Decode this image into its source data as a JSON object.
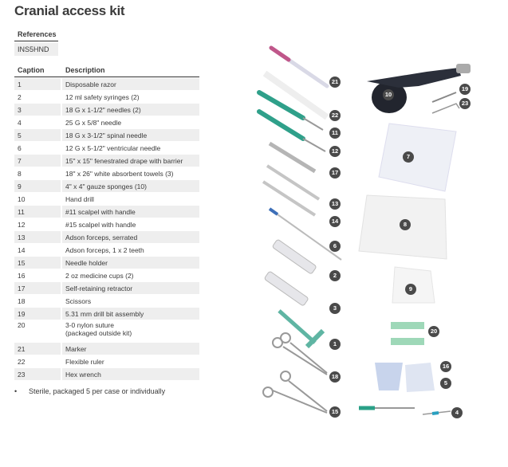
{
  "title": "Cranial access kit",
  "references": {
    "header": "References",
    "value": "INS5HND"
  },
  "table": {
    "headers": [
      "Caption",
      "Description"
    ],
    "rows": [
      {
        "caption": "1",
        "description": "Disposable razor"
      },
      {
        "caption": "2",
        "description": "12 ml safety syringes (2)"
      },
      {
        "caption": "3",
        "description": "18 G x 1-1/2\" needles (2)"
      },
      {
        "caption": "4",
        "description": "25 G x 5/8\" needle"
      },
      {
        "caption": "5",
        "description": "18 G x 3-1/2\" spinal needle"
      },
      {
        "caption": "6",
        "description": "12 G x 5-1/2\" ventricular needle"
      },
      {
        "caption": "7",
        "description": "15\" x 15\" fenestrated drape with barrier"
      },
      {
        "caption": "8",
        "description": "18\" x 26\" white absorbent towels (3)"
      },
      {
        "caption": "9",
        "description": "4\" x 4\" gauze sponges (10)"
      },
      {
        "caption": "10",
        "description": "Hand drill"
      },
      {
        "caption": "11",
        "description": "#11 scalpel with handle"
      },
      {
        "caption": "12",
        "description": "#15 scalpel with handle"
      },
      {
        "caption": "13",
        "description": "Adson forceps, serrated"
      },
      {
        "caption": "14",
        "description": "Adson forceps, 1 x 2 teeth"
      },
      {
        "caption": "15",
        "description": "Needle holder"
      },
      {
        "caption": "16",
        "description": "2 oz medicine cups (2)"
      },
      {
        "caption": "17",
        "description": "Self-retaining retractor"
      },
      {
        "caption": "18",
        "description": "Scissors"
      },
      {
        "caption": "19",
        "description": "5.31 mm drill bit assembly"
      },
      {
        "caption": "20",
        "description": "3-0 nylon suture",
        "description2": "(packaged outside kit)"
      },
      {
        "caption": "21",
        "description": "Marker"
      },
      {
        "caption": "22",
        "description": "Flexible ruler"
      },
      {
        "caption": "23",
        "description": "Hex wrench"
      }
    ]
  },
  "note": "Sterile, packaged 5 per case or individually",
  "photo_badges": [
    "21",
    "22",
    "11",
    "12",
    "17",
    "13",
    "14",
    "6",
    "2",
    "3",
    "1",
    "18",
    "15",
    "10",
    "19",
    "23",
    "7",
    "8",
    "9",
    "20",
    "16",
    "5",
    "4"
  ]
}
